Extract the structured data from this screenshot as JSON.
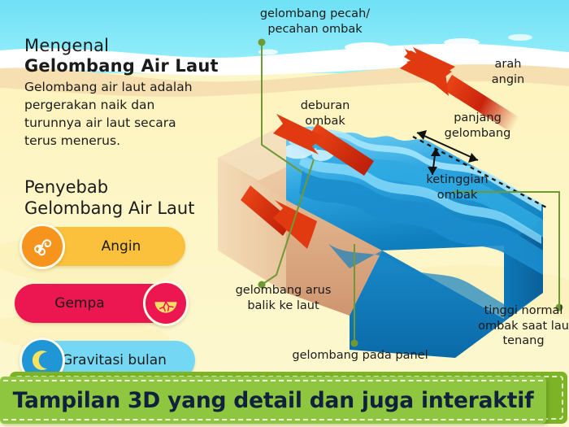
{
  "header": {
    "line1": "Mengenal",
    "line2": "Gelombang Air Laut",
    "description": "Gelombang air laut adalah pergerakan naik dan turunnya air laut secara terus menerus."
  },
  "causes": {
    "title_line1": "Penyebab",
    "title_line2": "Gelombang Air Laut",
    "items": [
      {
        "label": "Angin",
        "icon": "wind-spiral-icon",
        "pill_color": "#fcc13c",
        "circle_color": "#f7941e"
      },
      {
        "label": "Gempa",
        "icon": "earthquake-icon",
        "pill_color": "#ec1651",
        "circle_color": "#ec1651"
      },
      {
        "label": "Gravitasi bulan",
        "icon": "crescent-moon-icon",
        "pill_color": "#74d8f5",
        "circle_color": "#2196d6"
      }
    ]
  },
  "diagram": {
    "labels": {
      "breaking_wave": "gelombang pecah/\npecahan ombak",
      "wind_direction": "arah\nangin",
      "surf_crash": "deburan\nombak",
      "wavelength": "panjang\ngelombang",
      "wave_height": "ketinggian\nombak",
      "backwash": "gelombang arus\nbalik ke laut",
      "panel_wave": "gelombang pada panel",
      "still_water_level": "tinggi normal\nombak saat lau\ntenang"
    }
  },
  "banner": {
    "text": "Tampilan 3D yang detail dan juga interaktif",
    "bg_color": "#8ec63f",
    "text_color": "#10213f"
  },
  "palette": {
    "sky": "#6fe0f5",
    "foam": "#ffffff",
    "sand_dark": "#f6dfb0",
    "sand_light": "#fdf6c8",
    "ocean_mid": "#1a8fd1",
    "ocean_light": "#56c9f2",
    "ocean_dark": "#0b6fae",
    "beach_block": "#dba883",
    "arrow_red": "#e23a10",
    "leader_green": "#6f9a33"
  }
}
